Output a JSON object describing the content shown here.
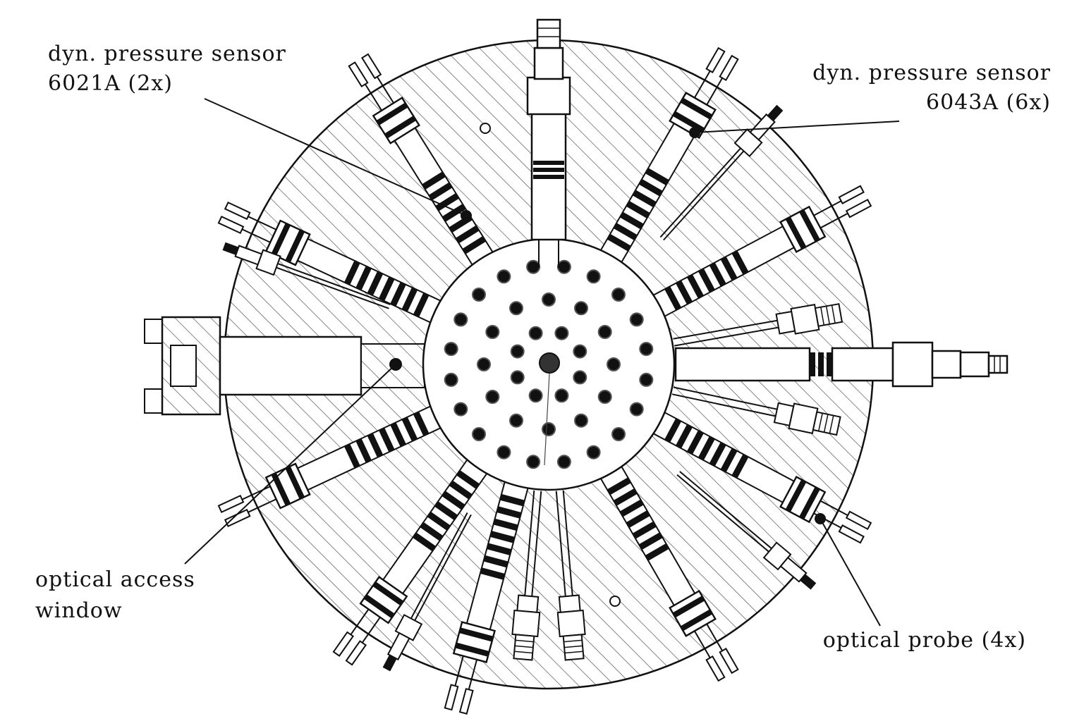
{
  "diagram": {
    "labels": {
      "sensor_6021a": {
        "line1": "dyn. pressure sensor",
        "line2": "6021A (2x)"
      },
      "sensor_6043a": {
        "line1": "dyn. pressure sensor",
        "line2": "6043A (6x)"
      },
      "optical_window": {
        "line1": "optical access",
        "line2": "window"
      },
      "optical_probe": {
        "line1": "optical probe (4x)"
      }
    },
    "colors": {
      "ink": "#111111",
      "background": "#ffffff"
    }
  }
}
